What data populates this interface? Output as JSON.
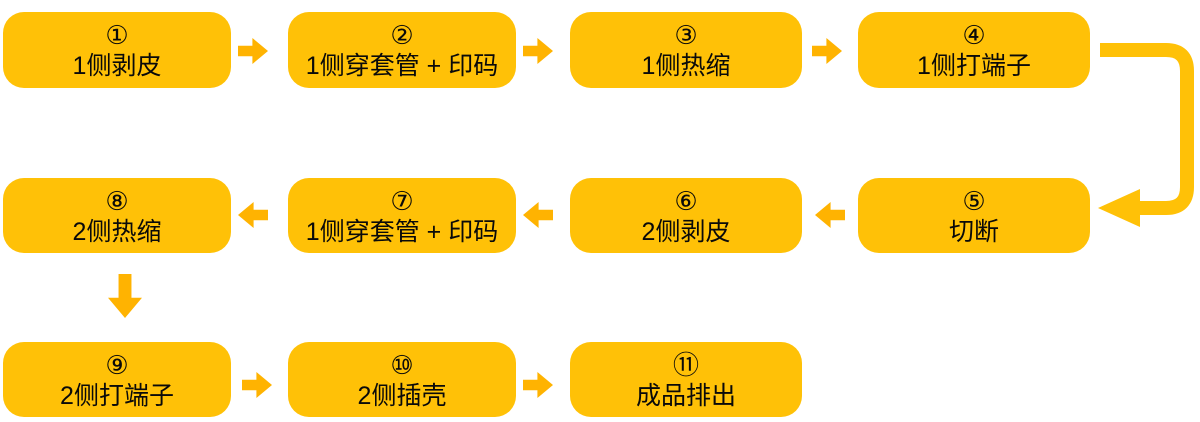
{
  "diagram": {
    "type": "process-flowchart",
    "colors": {
      "node_fill": "#FFC107",
      "arrow_fill": "#FFB301",
      "connector_fill": "#FFC107",
      "text": "#0A0A0A",
      "background": "#FFFFFF"
    },
    "nodes": [
      {
        "number": "①",
        "label": "1侧剥皮"
      },
      {
        "number": "②",
        "label": "1侧穿套管 + 印码"
      },
      {
        "number": "③",
        "label": "1侧热缩"
      },
      {
        "number": "④",
        "label": "1侧打端子"
      },
      {
        "number": "⑤",
        "label": "切断"
      },
      {
        "number": "⑥",
        "label": "2侧剥皮"
      },
      {
        "number": "⑦",
        "label": "1侧穿套管 + 印码"
      },
      {
        "number": "⑧",
        "label": "2侧热缩"
      },
      {
        "number": "⑨",
        "label": "2侧打端子"
      },
      {
        "number": "⑩",
        "label": "2侧插壳"
      },
      {
        "number": "⑪",
        "label": "成品排出"
      }
    ],
    "connections": [
      {
        "from": "①",
        "to": "②",
        "direction": "right"
      },
      {
        "from": "②",
        "to": "③",
        "direction": "right"
      },
      {
        "from": "③",
        "to": "④",
        "direction": "right"
      },
      {
        "from": "④",
        "to": "⑤",
        "direction": "elbow-right-down-left"
      },
      {
        "from": "⑤",
        "to": "⑥",
        "direction": "left"
      },
      {
        "from": "⑥",
        "to": "⑦",
        "direction": "left"
      },
      {
        "from": "⑦",
        "to": "⑧",
        "direction": "left"
      },
      {
        "from": "⑧",
        "to": "⑨",
        "direction": "down"
      },
      {
        "from": "⑨",
        "to": "⑩",
        "direction": "right"
      },
      {
        "from": "⑩",
        "to": "⑪",
        "direction": "right"
      }
    ]
  }
}
